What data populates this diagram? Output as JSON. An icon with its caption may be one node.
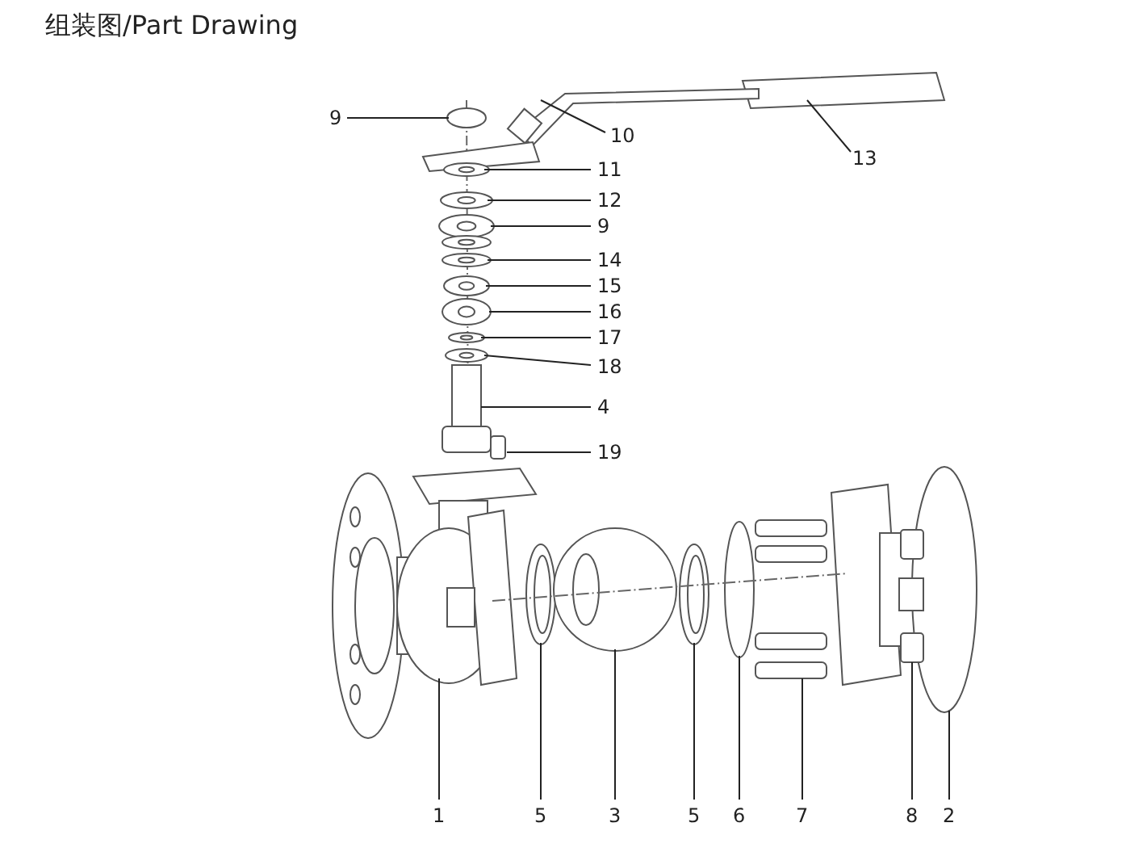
{
  "diagram": {
    "title": "组装图/Part Drawing",
    "nodes": [
      {
        "text": [
          "9"
        ]
      },
      {
        "text": [
          "10"
        ]
      },
      {
        "text": [
          "13"
        ]
      },
      {
        "text": [
          "11"
        ]
      },
      {
        "text": [
          "12"
        ]
      },
      {
        "text": [
          "9"
        ]
      },
      {
        "text": [
          "14"
        ]
      },
      {
        "text": [
          "15"
        ]
      },
      {
        "text": [
          "16"
        ]
      },
      {
        "text": [
          "17"
        ]
      },
      {
        "text": [
          "18"
        ]
      },
      {
        "text": [
          "4"
        ]
      },
      {
        "text": [
          "19"
        ]
      },
      {
        "text": [
          "1"
        ]
      },
      {
        "text": [
          "5"
        ]
      },
      {
        "text": [
          "3"
        ]
      },
      {
        "text": [
          "5"
        ]
      },
      {
        "text": [
          "6"
        ]
      },
      {
        "text": [
          "7"
        ]
      },
      {
        "text": [
          "8"
        ]
      },
      {
        "text": [
          "2"
        ]
      }
    ],
    "edges": [
      {
        "from": 0,
        "to": null,
        "arrow": "none"
      },
      {
        "from": 1,
        "to": null,
        "arrow": "none"
      },
      {
        "from": 2,
        "to": null,
        "arrow": "none"
      },
      {
        "from": 3,
        "to": null,
        "arrow": "none"
      },
      {
        "from": 4,
        "to": null,
        "arrow": "none"
      },
      {
        "from": 5,
        "to": null,
        "arrow": "none"
      },
      {
        "from": 6,
        "to": null,
        "arrow": "none"
      },
      {
        "from": 7,
        "to": null,
        "arrow": "none"
      },
      {
        "from": 8,
        "to": null,
        "arrow": "none"
      },
      {
        "from": 9,
        "to": null,
        "arrow": "none"
      },
      {
        "from": 10,
        "to": null,
        "arrow": "none"
      },
      {
        "from": 11,
        "to": null,
        "arrow": "none"
      },
      {
        "from": 12,
        "to": null,
        "arrow": "none"
      },
      {
        "from": 13,
        "to": null,
        "arrow": "none"
      },
      {
        "from": 14,
        "to": null,
        "arrow": "none"
      },
      {
        "from": 15,
        "to": null,
        "arrow": "none"
      },
      {
        "from": 16,
        "to": null,
        "arrow": "none"
      },
      {
        "from": 17,
        "to": null,
        "arrow": "none"
      },
      {
        "from": 18,
        "to": null,
        "arrow": "none"
      },
      {
        "from": 19,
        "to": null,
        "arrow": "none"
      },
      {
        "from": 20,
        "to": null,
        "arrow": "none"
      }
    ]
  }
}
